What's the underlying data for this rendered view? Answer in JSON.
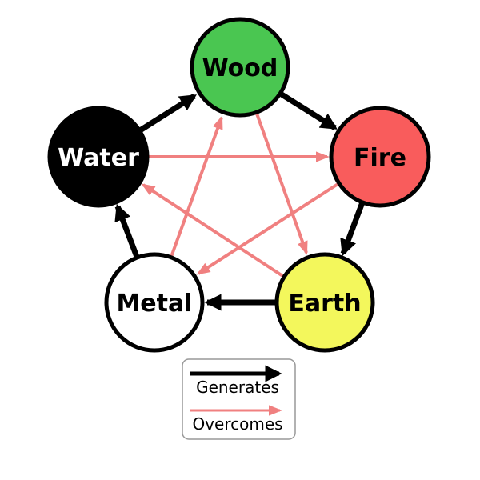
{
  "diagram": {
    "name": "Five Elements (Wu Xing) cycle diagram",
    "nodes": [
      {
        "id": "wood",
        "label": "Wood",
        "fill": "#4AC651",
        "text_color": "#000000"
      },
      {
        "id": "fire",
        "label": "Fire",
        "fill": "#F95C5C",
        "text_color": "#000000"
      },
      {
        "id": "earth",
        "label": "Earth",
        "fill": "#F3F75C",
        "text_color": "#000000"
      },
      {
        "id": "metal",
        "label": "Metal",
        "fill": "#FFFFFF",
        "text_color": "#000000"
      },
      {
        "id": "water",
        "label": "Water",
        "fill": "#000000",
        "text_color": "#FFFFFF"
      }
    ],
    "generates_cycle": [
      "Water→Wood",
      "Wood→Fire",
      "Fire→Earth",
      "Earth→Metal",
      "Metal→Water"
    ],
    "overcomes_cycle": [
      "Water→Fire",
      "Wood→Earth",
      "Fire→Metal",
      "Earth→Water",
      "Metal→Wood"
    ],
    "colors": {
      "generates_arrow": "#000000",
      "overcomes_arrow": "#F08080",
      "circle_border": "#000000",
      "legend_border": "#999999",
      "background": "#FFFFFF"
    }
  },
  "legend": {
    "generates_label": "Generates",
    "overcomes_label": "Overcomes"
  }
}
